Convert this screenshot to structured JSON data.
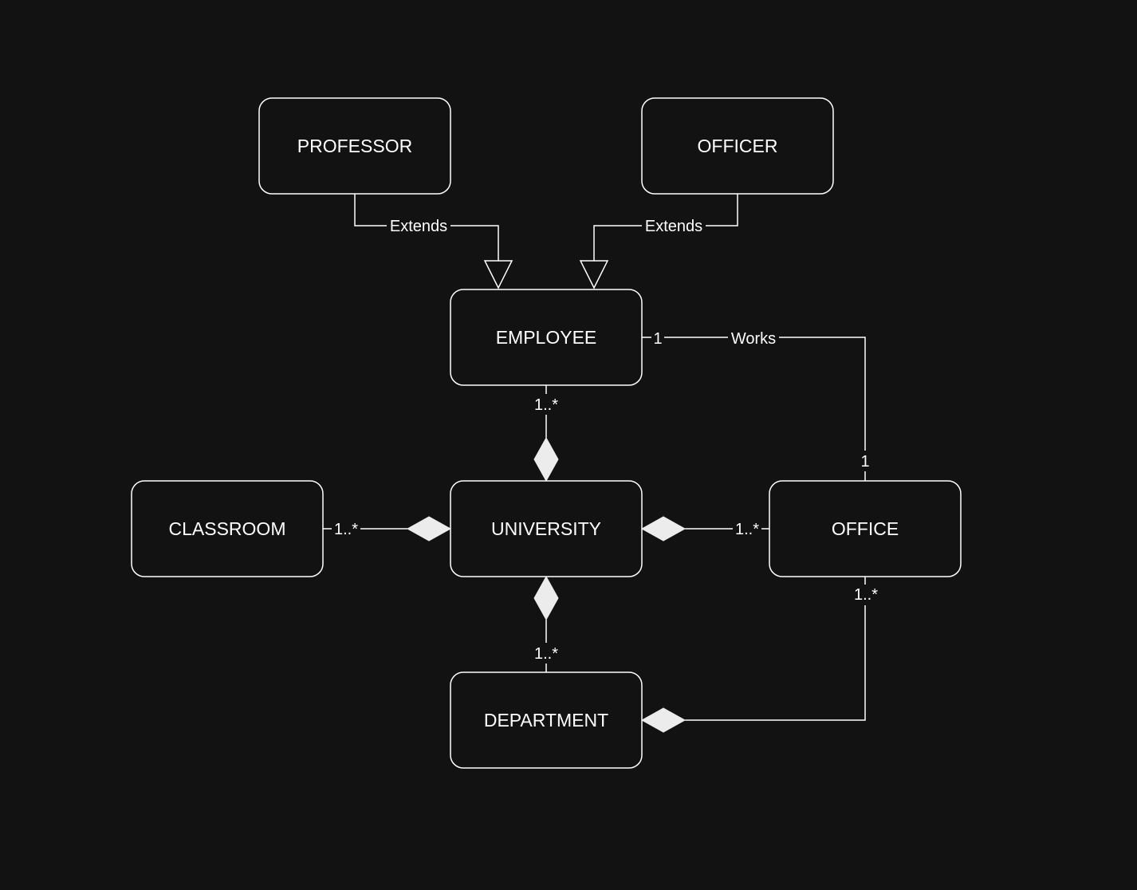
{
  "diagram": {
    "nodes": {
      "professor": "PROFESSOR",
      "officer": "OFFICER",
      "employee": "EMPLOYEE",
      "classroom": "CLASSROOM",
      "university": "UNIVERSITY",
      "office": "OFFICE",
      "department": "DEPARTMENT"
    },
    "edges": {
      "professor_extends": "Extends",
      "officer_extends": "Extends",
      "works_label": "Works",
      "works_employee_mult": "1",
      "works_office_mult": "1",
      "employee_university_mult": "1..*",
      "classroom_university_mult": "1..*",
      "office_university_mult": "1..*",
      "department_university_mult": "1..*",
      "office_department_mult": "1..*"
    },
    "colors": {
      "background": "#121212",
      "stroke": "#ffffff",
      "diamond_fill": "#ececec"
    }
  }
}
